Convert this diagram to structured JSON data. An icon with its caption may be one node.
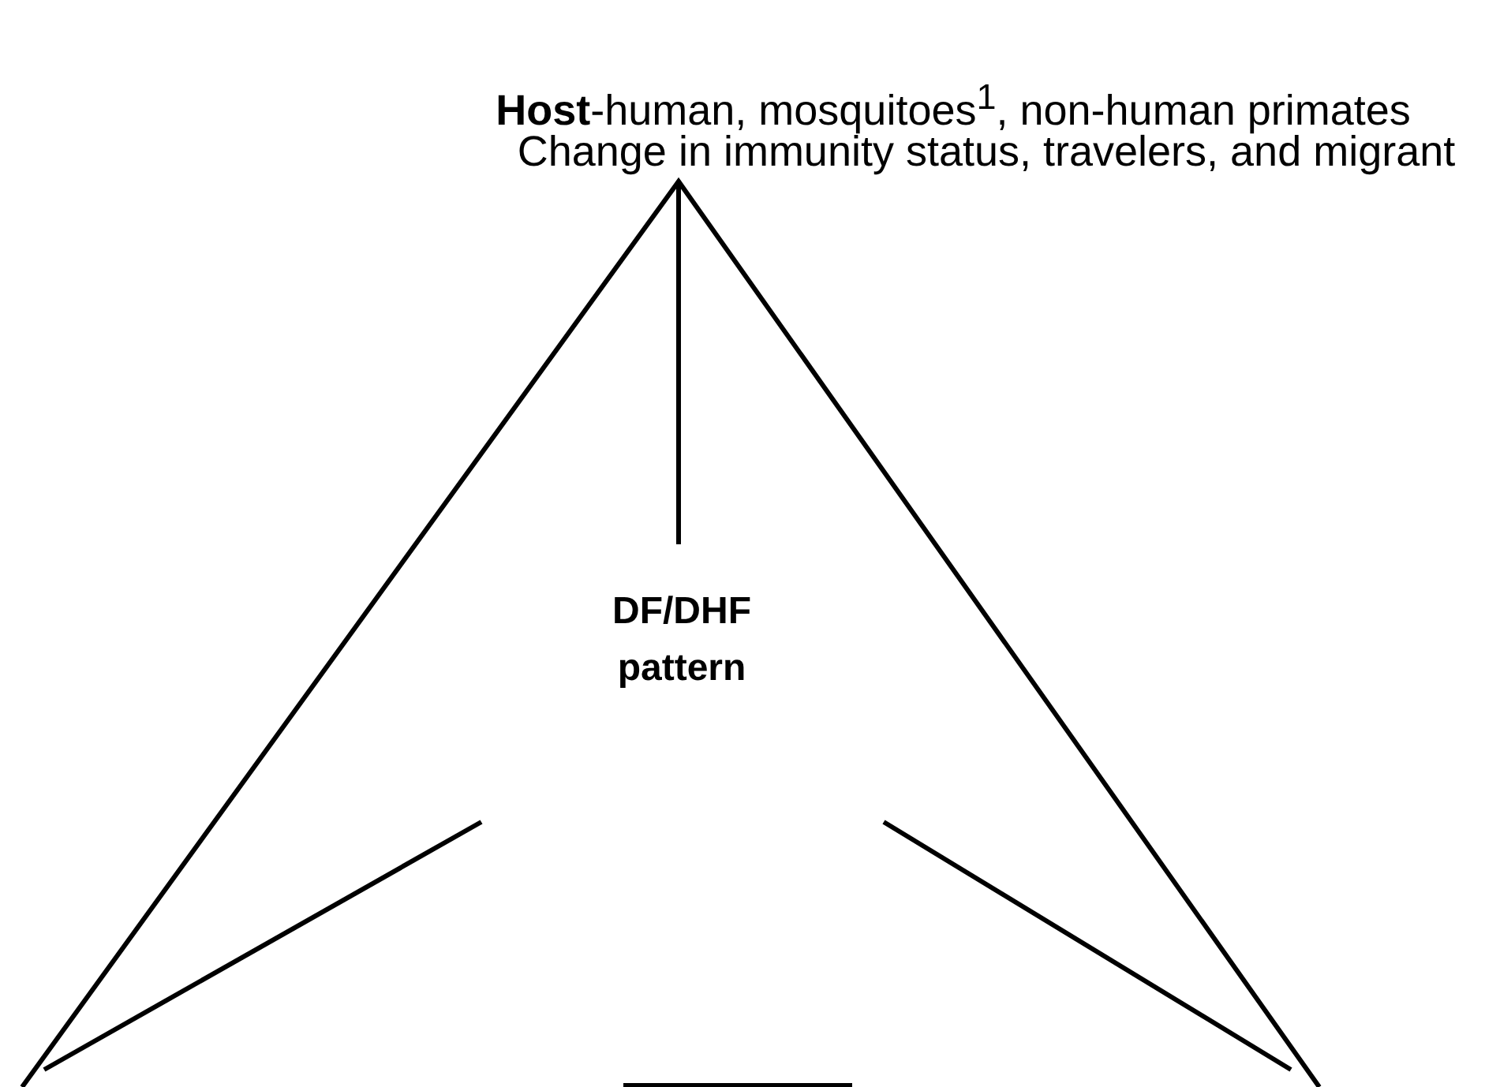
{
  "diagram": {
    "labels": [
      "**Host**-human, mosquitoes$^{1}$, non-human primates",
      "Change in immunity status, travelers, and migrant",
      "DF/DHF pattern"
    ]
  }
}
